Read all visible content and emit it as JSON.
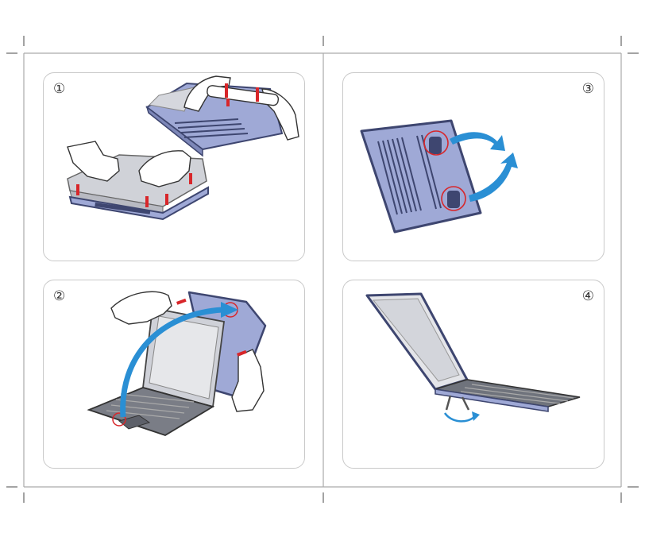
{
  "steps": [
    {
      "id": 1,
      "label": "①"
    },
    {
      "id": 2,
      "label": "②"
    },
    {
      "id": 3,
      "label": "③"
    },
    {
      "id": 4,
      "label": "④"
    }
  ],
  "colors": {
    "case_blue": "#9fa9d6",
    "case_outline": "#3e4670",
    "arrow_blue": "#2a8fd4",
    "marker_red": "#d8262a",
    "frame_line": "#aaaaaa",
    "panel_border": "#c9c9c9"
  },
  "icons": [
    "hand-icon",
    "laptop-icon",
    "case-shell-icon",
    "arrow-icon",
    "circle-highlight-icon",
    "kickstand-icon"
  ]
}
